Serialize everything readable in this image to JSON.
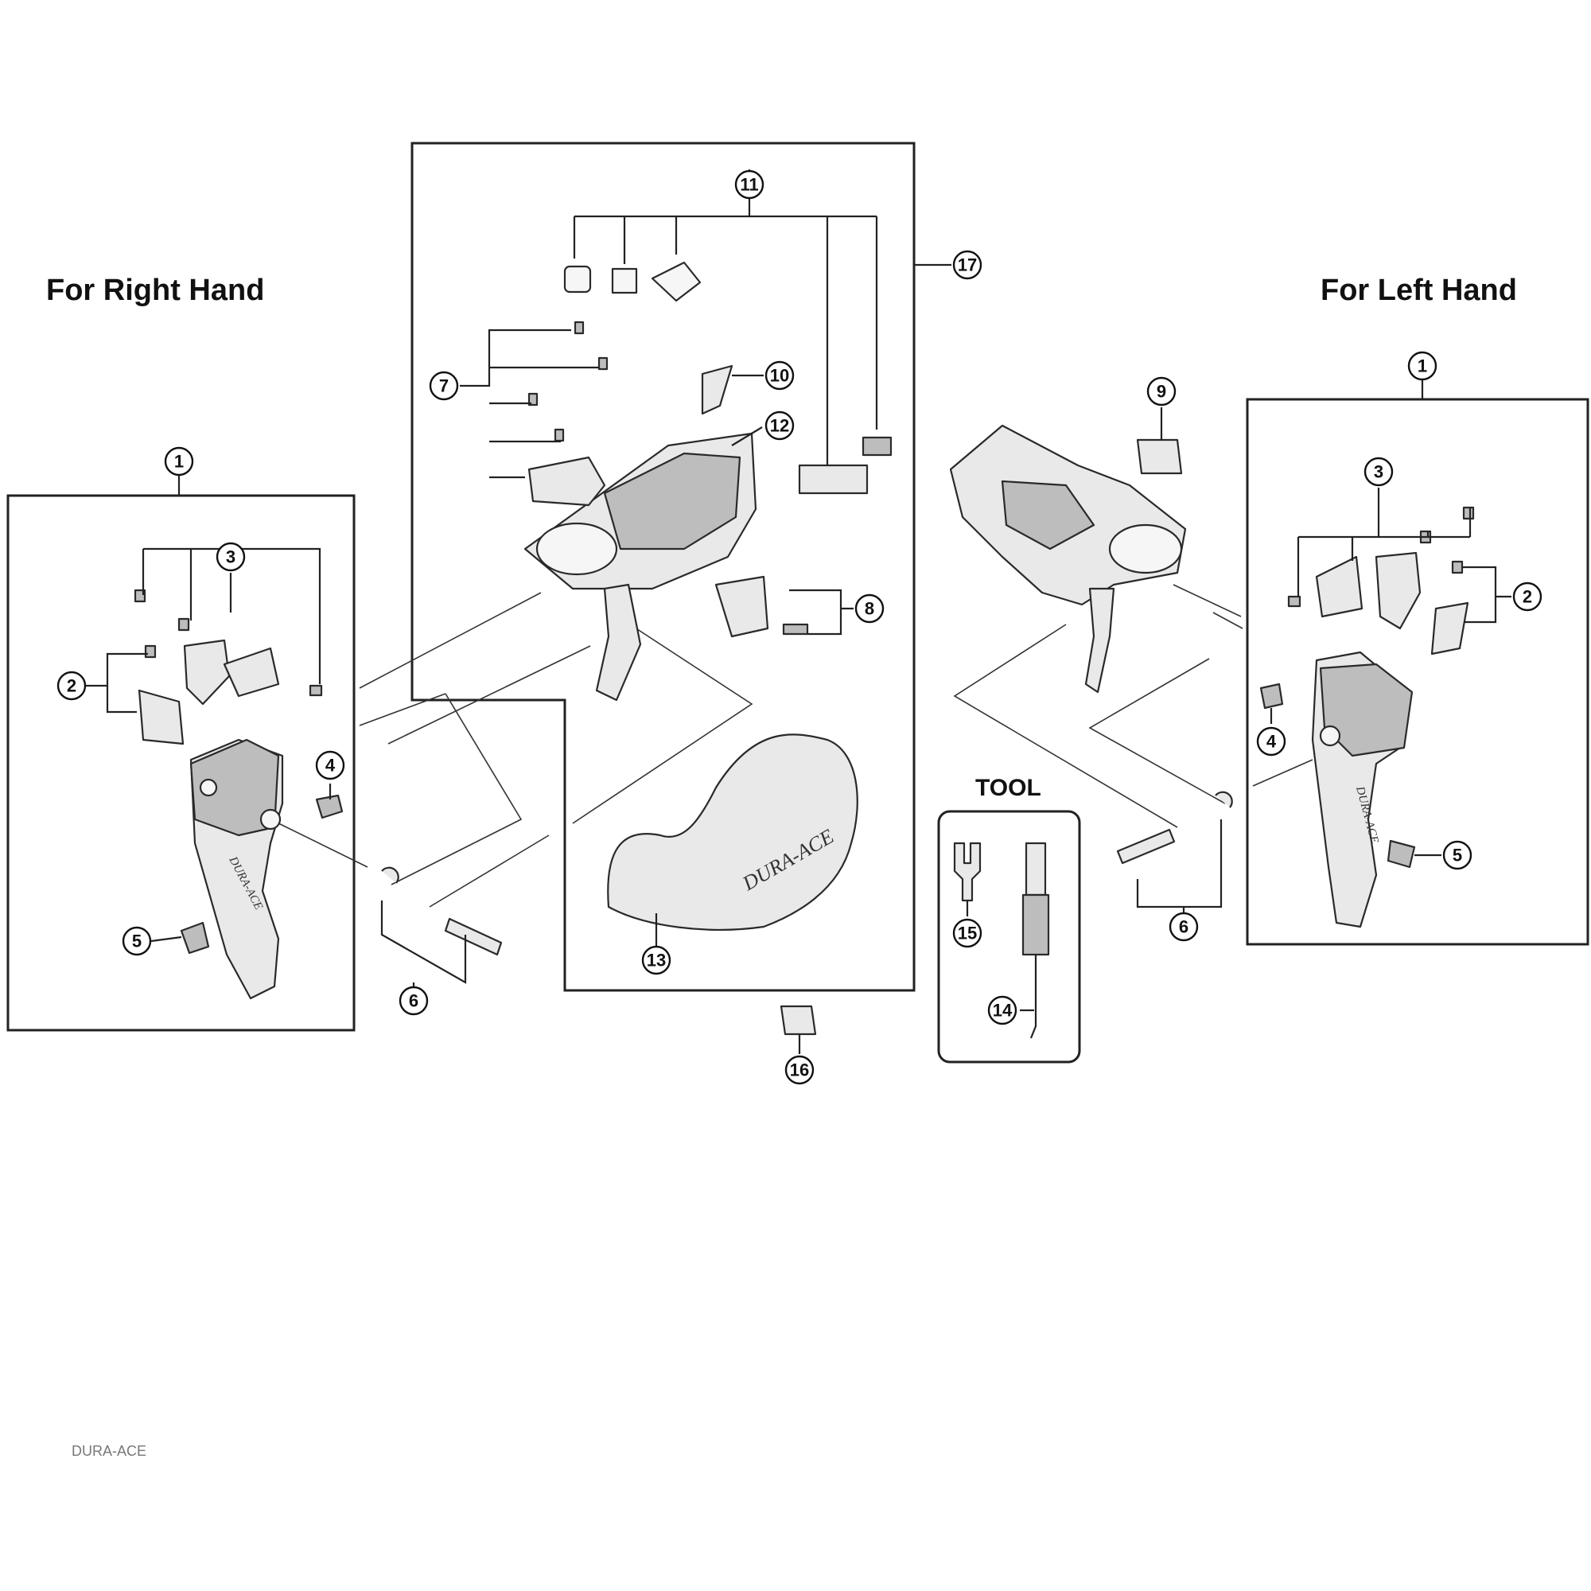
{
  "headings": {
    "right_hand": "For Right Hand",
    "left_hand": "For Left Hand",
    "tool": "TOOL"
  },
  "brand": "DURA-ACE",
  "callouts": {
    "c1": "1",
    "c2": "2",
    "c3": "3",
    "c4": "4",
    "c5": "5",
    "c6": "6",
    "c7": "7",
    "c8": "8",
    "c9": "9",
    "c10": "10",
    "c11": "11",
    "c12": "12",
    "c13": "13",
    "c14": "14",
    "c15": "15",
    "c16": "16",
    "c17": "17"
  },
  "footer_fragment": "DURA-ACE"
}
